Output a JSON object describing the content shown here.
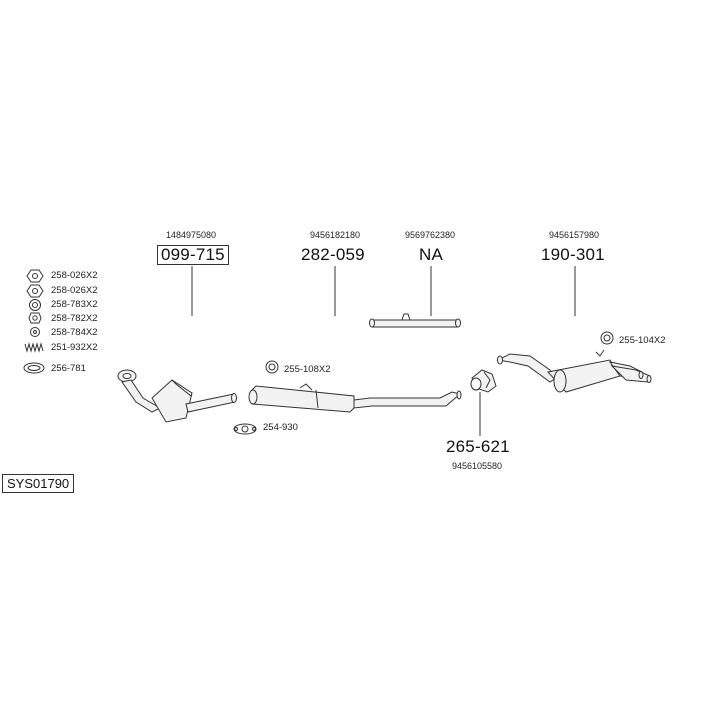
{
  "system_code": "SYS01790",
  "parts": [
    {
      "id": "catalyst",
      "number": "099-715",
      "oem": "1484975080",
      "boxed": true
    },
    {
      "id": "middle-silencer",
      "number": "282-059",
      "oem": "9456182180"
    },
    {
      "id": "pipe",
      "number": "NA",
      "oem": "9569762380"
    },
    {
      "id": "rear-silencer",
      "number": "190-301",
      "oem": "9456157980"
    },
    {
      "id": "clamp",
      "number": "265-621",
      "oem": "9456105580"
    }
  ],
  "legend": [
    {
      "icon": "hex-nut-icon",
      "label": "258-026X2"
    },
    {
      "icon": "hex-nut-icon",
      "label": "258-026X2"
    },
    {
      "icon": "nut-icon",
      "label": "258-783X2"
    },
    {
      "icon": "nut-icon",
      "label": "258-782X2"
    },
    {
      "icon": "washer-icon",
      "label": "258-784X2"
    },
    {
      "icon": "spring-icon",
      "label": "251-932X2"
    },
    {
      "icon": "ring-gasket-icon",
      "label": "256-781"
    }
  ],
  "callouts": {
    "rubber_mount_middle": "255-108X2",
    "flange_gasket": "254-930",
    "rubber_mount_rear": "255-104X2"
  }
}
